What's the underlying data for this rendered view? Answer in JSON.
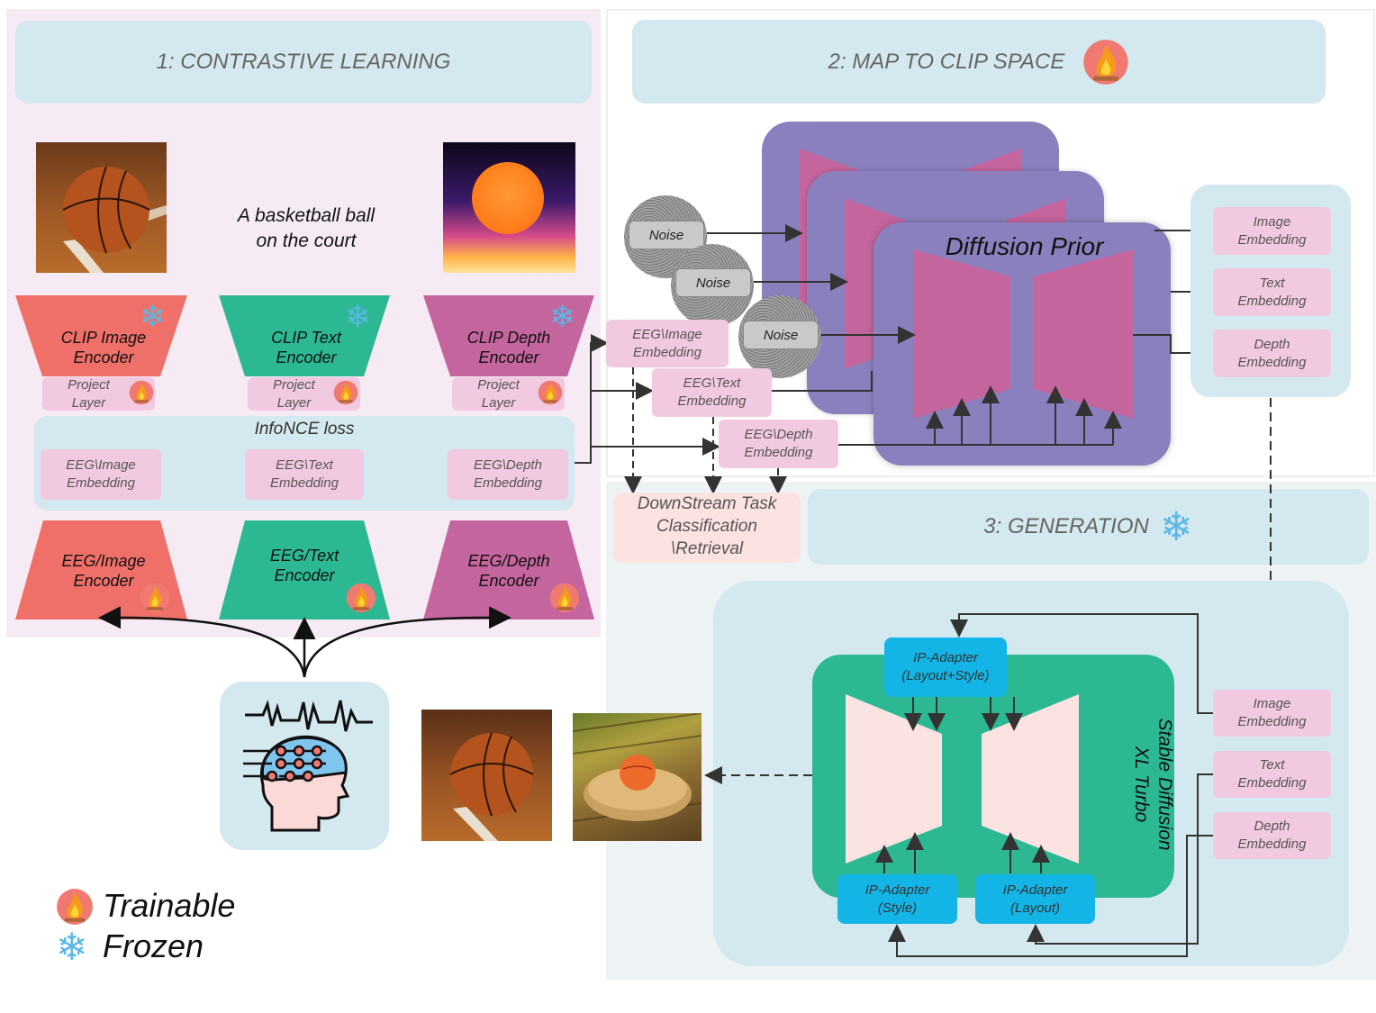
{
  "section1": {
    "title": "1: CONTRASTIVE LEARNING"
  },
  "section2": {
    "title": "2: MAP TO CLIP SPACE"
  },
  "section3": {
    "title": "3: GENERATION"
  },
  "caption_text": "A basketball ball\non the court",
  "clip_encoders": [
    {
      "label": "CLIP Image\nEncoder",
      "project": "Project\nLayer",
      "color": "#ef7068"
    },
    {
      "label": "CLIP Text\nEncoder",
      "project": "Project\nLayer",
      "color": "#2db894"
    },
    {
      "label": "CLIP Depth\nEncoder",
      "project": "Project\nLayer",
      "color": "#c4659e"
    }
  ],
  "infonce": {
    "label": "InfoNCE loss",
    "embeddings": [
      "EEG\\Image\nEmbedding",
      "EEG\\Text\nEmbedding",
      "EEG\\Depth\nEmbedding"
    ]
  },
  "eeg_encoders": [
    "EEG/Image\nEncoder",
    "EEG/Text\nEncoder",
    "EEG/Depth\nEncoder"
  ],
  "noise_labels": [
    "Noise",
    "Noise",
    "Noise"
  ],
  "eeg_inputs": [
    "EEG\\Image\nEmbedding",
    "EEG\\Text\nEmbedding",
    "EEG\\Depth\nEmbedding"
  ],
  "diffusion_prior": "Diffusion Prior",
  "prior_outputs": [
    "Image\nEmbedding",
    "Text\nEmbedding",
    "Depth\nEmbedding"
  ],
  "downstream": "DownStream Task\nClassification\n\\Retrieval",
  "gen_inputs": [
    "Image\nEmbedding",
    "Text\nEmbedding",
    "Depth\nEmbedding"
  ],
  "ip_adapter_top": "IP-Adapter\n(Layout+Style)",
  "ip_adapter_style": "IP-Adapter\n(Style)",
  "ip_adapter_layout": "IP-Adapter\n(Layout)",
  "sdxl": "Stable Diffusion\nXL Turbo",
  "legend": {
    "trainable": "Trainable",
    "frozen": "Frozen"
  },
  "icons": {
    "trainable": "fire-icon",
    "frozen": "snowflake-icon",
    "brain": "eeg-brain-icon"
  },
  "colors": {
    "image": "#ef7068",
    "text": "#2db894",
    "depth": "#c4659e",
    "prior": "#8a80be",
    "sdxl": "#2db894",
    "ip": "#13b5e6"
  }
}
